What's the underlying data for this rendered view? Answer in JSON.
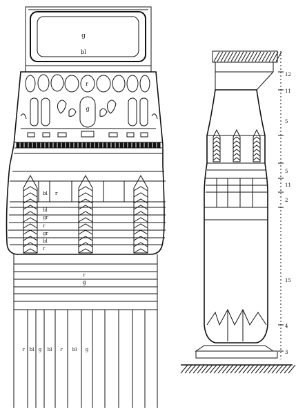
{
  "figure": {
    "left_column": {
      "cartouche_label": "g",
      "cartouche_sublabel": "bl",
      "frieze_labels": [
        "r",
        "g"
      ],
      "band_labels": [
        "bl",
        "r",
        "bl",
        "gr",
        "r",
        "gr",
        "bl",
        "r"
      ],
      "shaft_upper_labels": [
        "r",
        "g"
      ],
      "shaft_lower_labels": [
        "r",
        "bl",
        "g",
        "bl",
        "r",
        "bl",
        "g"
      ]
    },
    "right_column": {
      "dimension_marks": [
        "12",
        "11",
        "5",
        "5",
        "11",
        "2",
        "15",
        "4",
        "3"
      ]
    }
  }
}
